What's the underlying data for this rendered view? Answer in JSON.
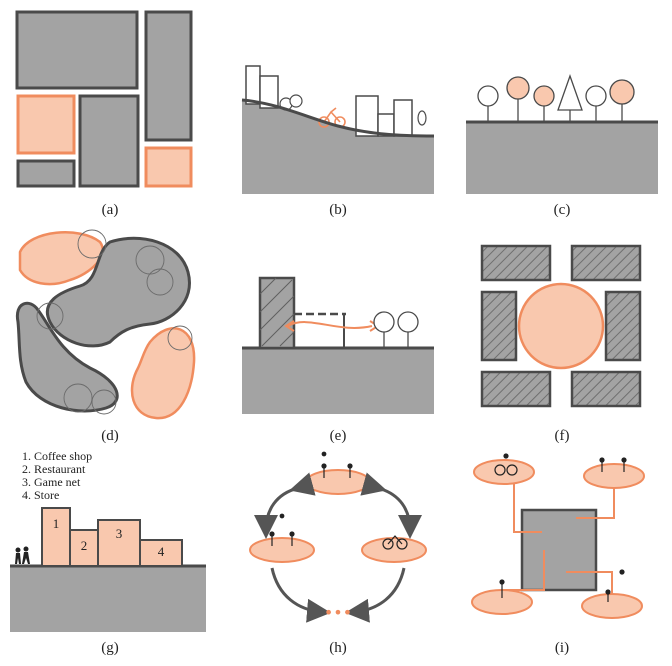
{
  "colors": {
    "gray": "#a3a3a3",
    "dark": "#4a4a4a",
    "peach": "#f9c8ae",
    "orange": "#f08c5e"
  },
  "captions": [
    "(a)",
    "(b)",
    "(c)",
    "(d)",
    "(e)",
    "(f)",
    "(g)",
    "(h)",
    "(i)"
  ],
  "legend_g": [
    "1. Coffee shop",
    "2. Restaurant",
    "3. Game net",
    "4. Store"
  ],
  "numbers_g": [
    "1",
    "2",
    "3",
    "4"
  ],
  "dots_h": "•••"
}
